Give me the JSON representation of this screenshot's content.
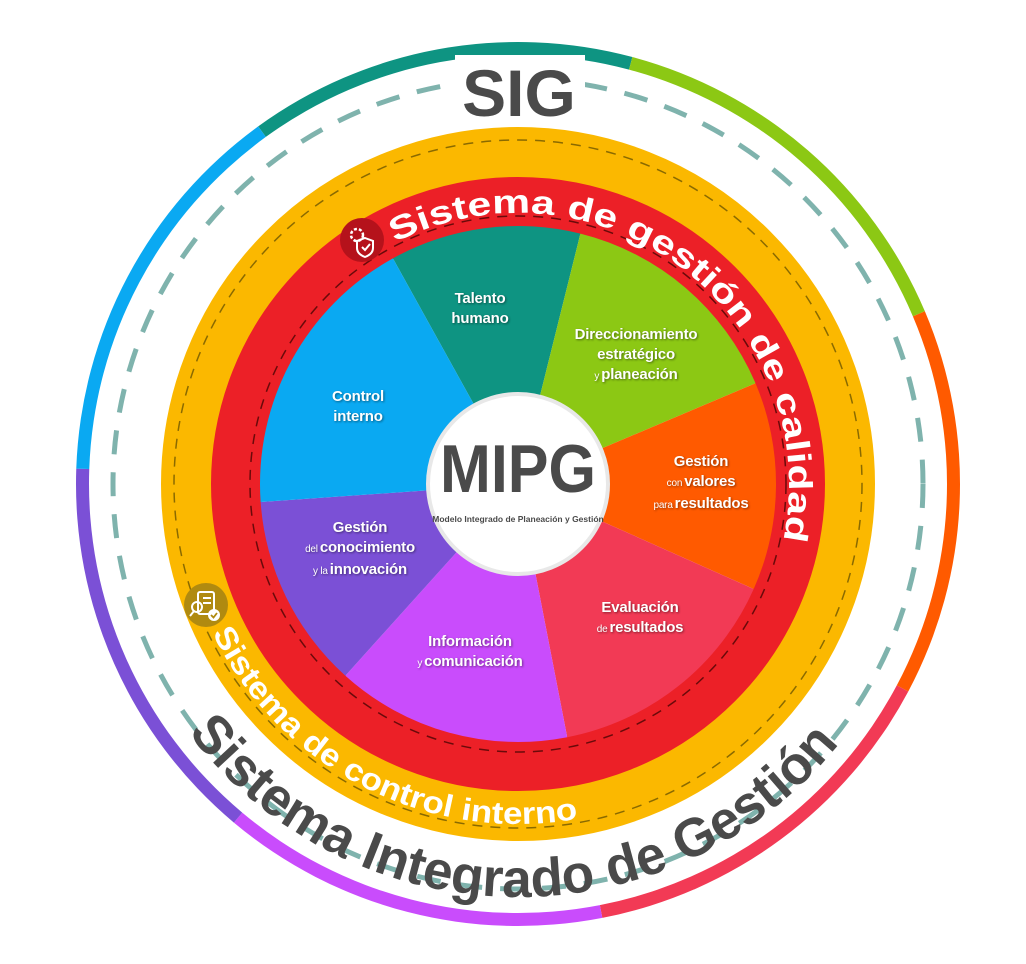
{
  "outer_title": "SIG",
  "outer_bottom_text": "Sistema Integrado de Gestión",
  "quality_ring_text": "Sistema de gestión de calidad",
  "control_ring_text": "Sistema de control interno",
  "center": {
    "title": "MIPG",
    "subtitle": "Modelo Integrado de Planeación y Gestión"
  },
  "icons": {
    "quality": "gear-shield-icon",
    "control": "clipboard-magnifier-check-icon"
  },
  "colors": {
    "quality_ring": "#ec2027",
    "control_ring": "#fbb800",
    "dashed_outer": "#7fb3ad",
    "text_dark": "#4a4a4a",
    "quality_icon_bg": "#b5121b",
    "control_icon_bg": "#b08a10"
  },
  "slices": [
    {
      "color": "#0e9482",
      "lines": [
        {
          "small": "",
          "big": "Talento"
        },
        {
          "small": "",
          "big": "humano"
        }
      ]
    },
    {
      "color": "#8cc814",
      "lines": [
        {
          "small": "",
          "big": "Direccionamiento"
        },
        {
          "small": "",
          "big": "estratégico"
        },
        {
          "small": "y",
          "big": "planeación"
        }
      ]
    },
    {
      "color": "#ff5a00",
      "lines": [
        {
          "small": "",
          "big": "Gestión"
        },
        {
          "small": "con",
          "big": "valores"
        },
        {
          "small": "para",
          "big": "resultados"
        }
      ]
    },
    {
      "color": "#f23a55",
      "lines": [
        {
          "small": "",
          "big": "Evaluación"
        },
        {
          "small": "de",
          "big": "resultados"
        }
      ]
    },
    {
      "color": "#c94cfc",
      "lines": [
        {
          "small": "",
          "big": "Información"
        },
        {
          "small": "y",
          "big": "comunicación"
        }
      ]
    },
    {
      "color": "#7b50d6",
      "lines": [
        {
          "small": "",
          "big": "Gestión"
        },
        {
          "small": "del",
          "big": "conocimiento"
        },
        {
          "small": "y la",
          "big": "innovación"
        }
      ]
    },
    {
      "color": "#0aa9f2",
      "lines": [
        {
          "small": "",
          "big": "Control"
        },
        {
          "small": "",
          "big": "interno"
        }
      ]
    }
  ],
  "outer_ring_colors": [
    "#0e9482",
    "#8cc814",
    "#ff5a00",
    "#f23a55",
    "#c94cfc",
    "#7b50d6",
    "#0aa9f2"
  ]
}
